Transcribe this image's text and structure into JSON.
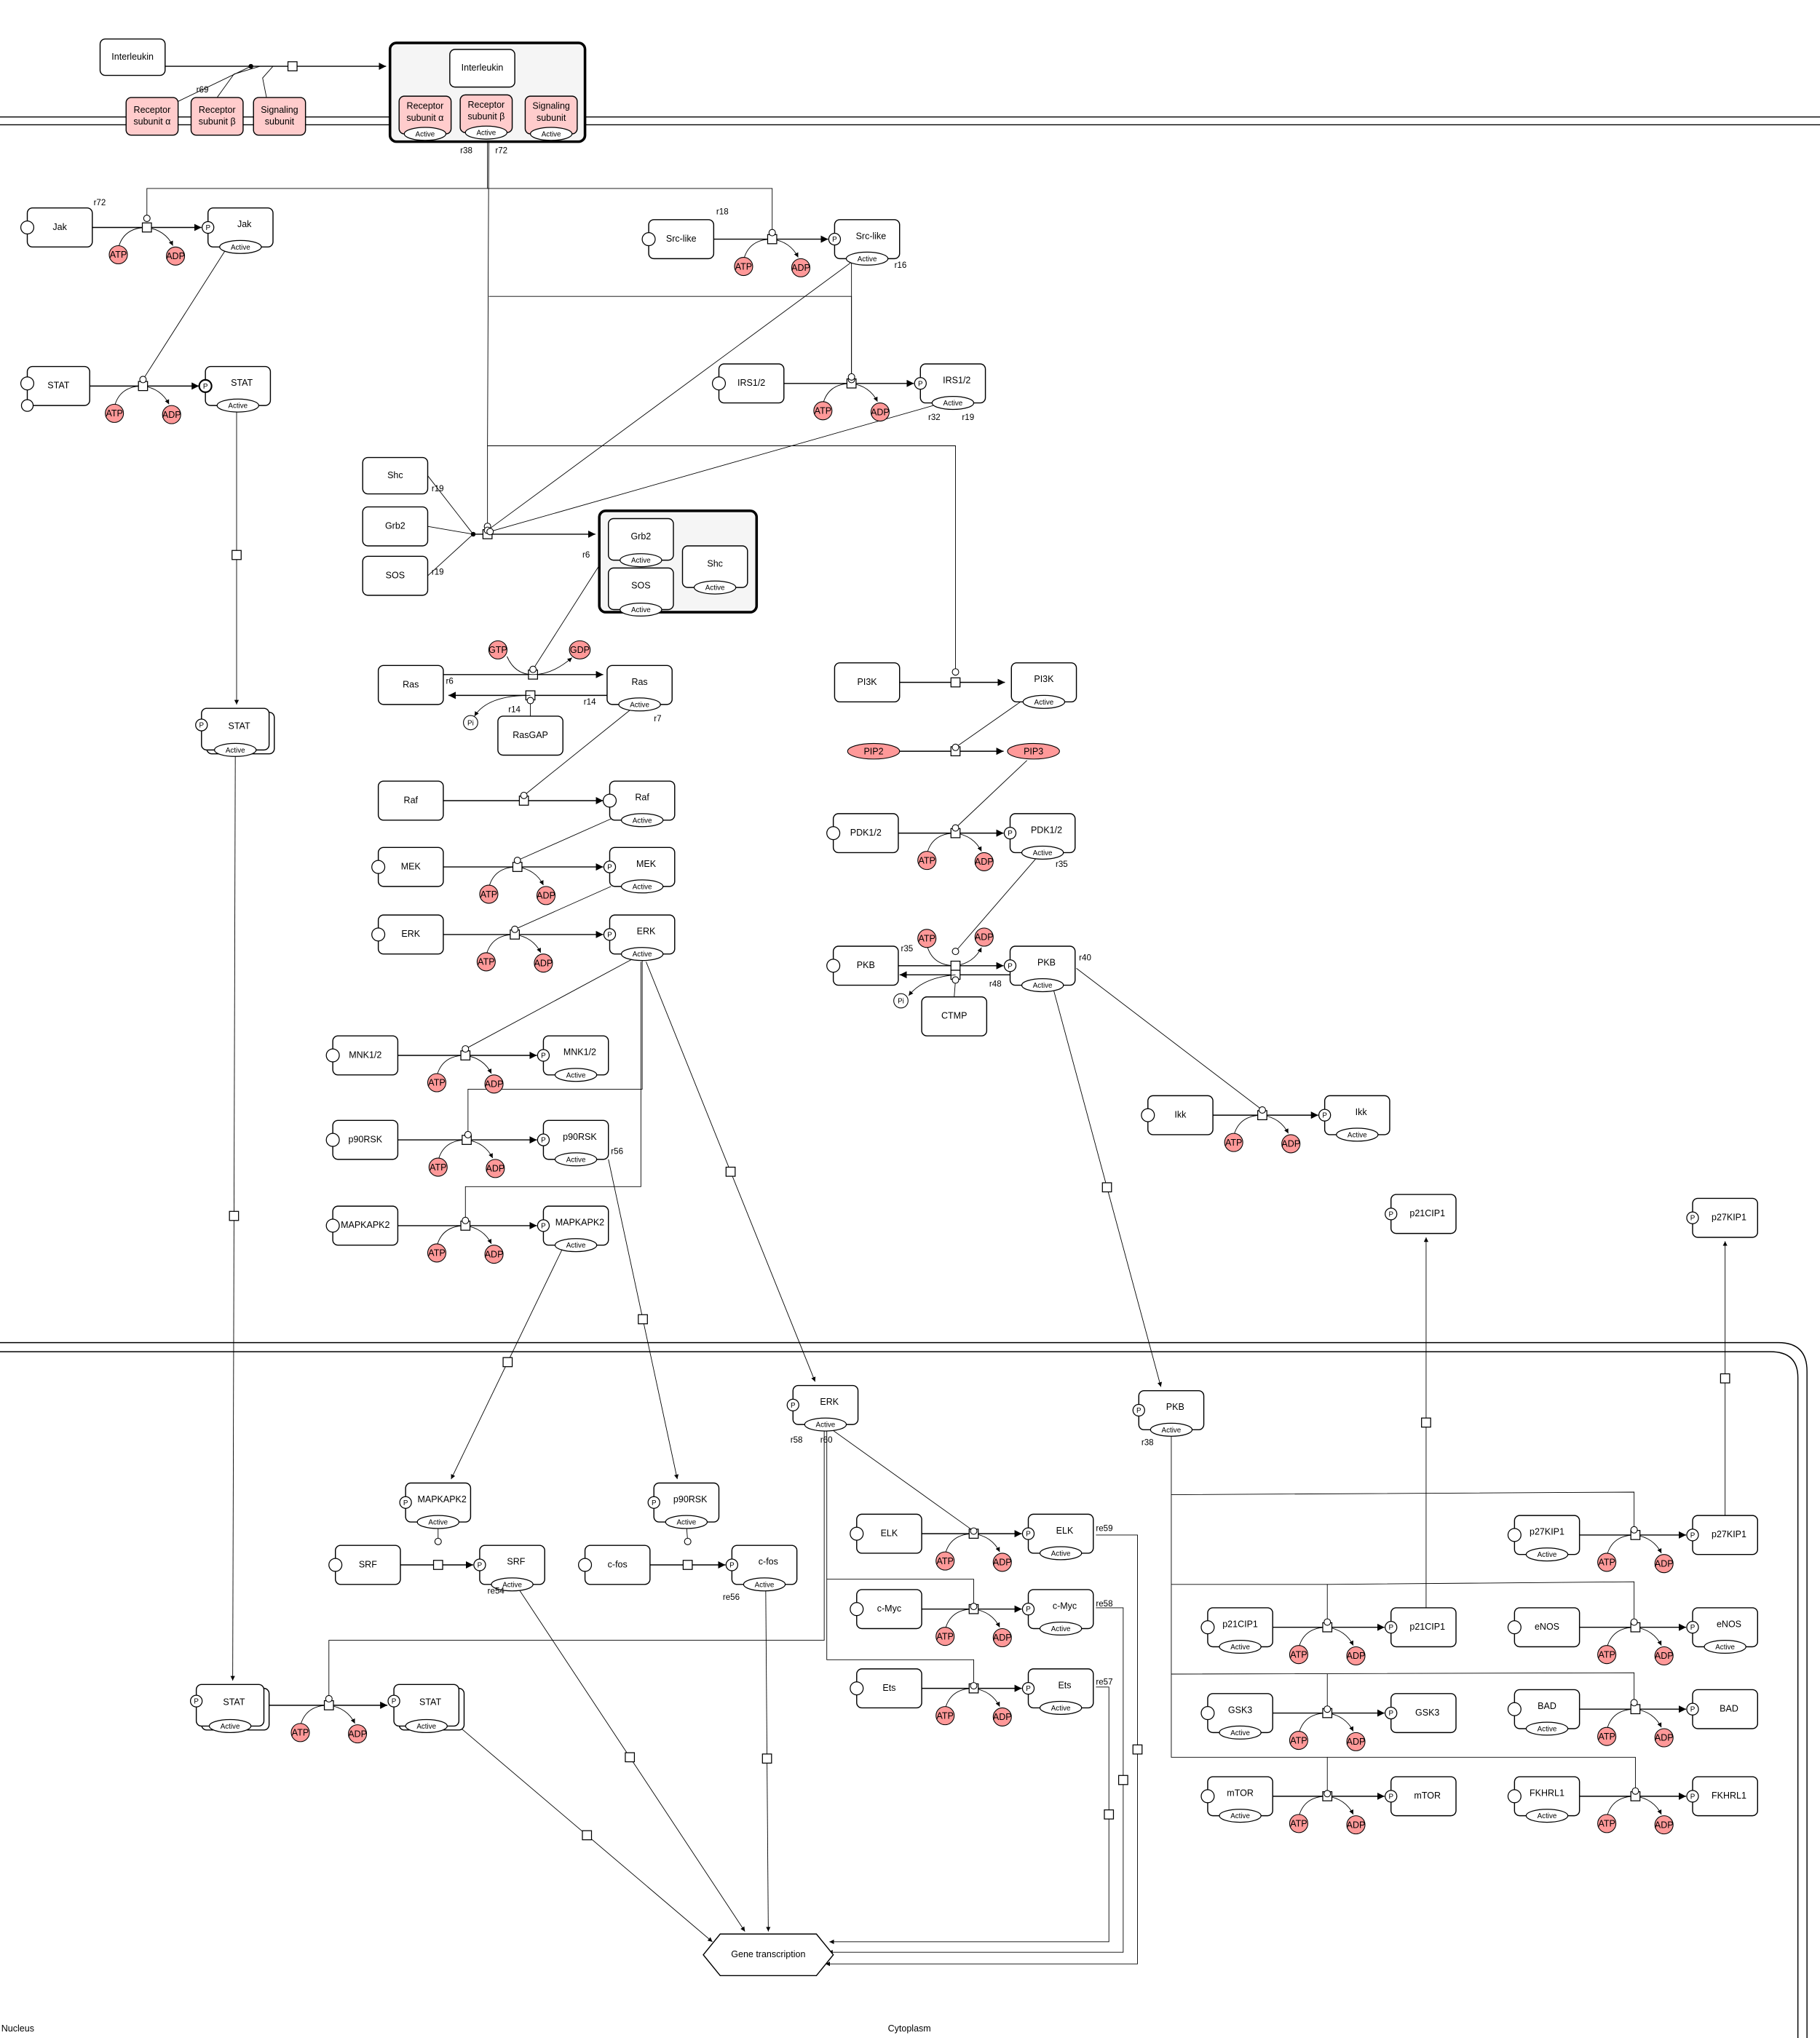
{
  "compartments": {
    "nucleus": "Nucleus",
    "cytoplasm": "Cytoplasm"
  },
  "common": {
    "active": "Active",
    "phospho": "P",
    "atp": "ATP",
    "adp": "ADP",
    "gtp": "GTP",
    "gdp": "GDP",
    "pi": "Pi"
  },
  "nodes": {
    "il": {
      "label": [
        "Interleukin"
      ]
    },
    "ra": {
      "label": [
        "Receptor",
        "subunit α"
      ]
    },
    "rb": {
      "label": [
        "Receptor",
        "subunit β"
      ]
    },
    "ss": {
      "label": [
        "Signaling",
        "subunit"
      ]
    },
    "cil": {
      "label": [
        "Interleukin"
      ]
    },
    "cra": {
      "label": [
        "Receptor",
        "subunit α"
      ],
      "active": true
    },
    "crb": {
      "label": [
        "Receptor",
        "subunit β"
      ],
      "active": true
    },
    "css": {
      "label": [
        "Signaling",
        "subunit"
      ],
      "active": true
    },
    "jak0": {
      "label": [
        "Jak"
      ]
    },
    "jak1": {
      "label": [
        "Jak"
      ],
      "phospho": true,
      "active": true
    },
    "stat0": {
      "label": [
        "STAT"
      ]
    },
    "stat1": {
      "label": [
        "STAT"
      ],
      "phospho": true,
      "active": true
    },
    "statd": {
      "label": [
        "STAT"
      ],
      "phospho": true,
      "active": true
    },
    "src0": {
      "label": [
        "Src-like"
      ]
    },
    "src1": {
      "label": [
        "Src-like"
      ],
      "phospho": true,
      "active": true
    },
    "irs0": {
      "label": [
        "IRS1/2"
      ]
    },
    "irs1": {
      "label": [
        "IRS1/2"
      ],
      "phospho": true,
      "active": true
    },
    "shc": {
      "label": [
        "Shc"
      ]
    },
    "grb2": {
      "label": [
        "Grb2"
      ]
    },
    "sos": {
      "label": [
        "SOS"
      ]
    },
    "cgrb2": {
      "label": [
        "Grb2"
      ],
      "active": true
    },
    "csos": {
      "label": [
        "SOS"
      ],
      "active": true
    },
    "cshc": {
      "label": [
        "Shc"
      ],
      "active": true
    },
    "ras0": {
      "label": [
        "Ras"
      ]
    },
    "ras1": {
      "label": [
        "Ras"
      ],
      "active": true
    },
    "rasgap": {
      "label": [
        "RasGAP"
      ]
    },
    "raf0": {
      "label": [
        "Raf"
      ]
    },
    "raf1": {
      "label": [
        "Raf"
      ],
      "active": true
    },
    "mek0": {
      "label": [
        "MEK"
      ]
    },
    "mek1": {
      "label": [
        "MEK"
      ],
      "phospho": true,
      "active": true
    },
    "erk0": {
      "label": [
        "ERK"
      ]
    },
    "erk1": {
      "label": [
        "ERK"
      ],
      "phospho": true,
      "active": true
    },
    "mnk0": {
      "label": [
        "MNK1/2"
      ]
    },
    "mnk1": {
      "label": [
        "MNK1/2"
      ],
      "phospho": true,
      "active": true
    },
    "p90a": {
      "label": [
        "p90RSK"
      ]
    },
    "p90b": {
      "label": [
        "p90RSK"
      ],
      "phospho": true,
      "active": true
    },
    "mk2a": {
      "label": [
        "MAPKAPK2"
      ]
    },
    "mk2b": {
      "label": [
        "MAPKAPK2"
      ],
      "phospho": true,
      "active": true
    },
    "pi3k0": {
      "label": [
        "PI3K"
      ]
    },
    "pi3k1": {
      "label": [
        "PI3K"
      ],
      "active": true
    },
    "pdk0": {
      "label": [
        "PDK1/2"
      ]
    },
    "pdk1": {
      "label": [
        "PDK1/2"
      ],
      "phospho": true,
      "active": true
    },
    "pkb0": {
      "label": [
        "PKB"
      ]
    },
    "pkb1": {
      "label": [
        "PKB"
      ],
      "phospho": true,
      "active": true
    },
    "ctmp": {
      "label": [
        "CTMP"
      ]
    },
    "ikk0": {
      "label": [
        "Ikk"
      ]
    },
    "ikk1": {
      "label": [
        "Ikk"
      ],
      "phospho": true,
      "active": true
    },
    "p21top": {
      "label": [
        "p21CIP1"
      ],
      "phospho": true
    },
    "p27top": {
      "label": [
        "p27KIP1"
      ],
      "phospho": true
    },
    "nerk": {
      "label": [
        "ERK"
      ],
      "phospho": true,
      "active": true
    },
    "npkb": {
      "label": [
        "PKB"
      ],
      "phospho": true,
      "active": true
    },
    "nmk2": {
      "label": [
        "MAPKAPK2"
      ],
      "phospho": true,
      "active": true
    },
    "np90": {
      "label": [
        "p90RSK"
      ],
      "phospho": true,
      "active": true
    },
    "srf0": {
      "label": [
        "SRF"
      ]
    },
    "srf1": {
      "label": [
        "SRF"
      ],
      "phospho": true,
      "active": true
    },
    "cfos0": {
      "label": [
        "c-fos"
      ]
    },
    "cfos1": {
      "label": [
        "c-fos"
      ],
      "phospho": true,
      "active": true
    },
    "elk0": {
      "label": [
        "ELK"
      ]
    },
    "elk1": {
      "label": [
        "ELK"
      ],
      "phospho": true,
      "active": true
    },
    "myc0": {
      "label": [
        "c-Myc"
      ]
    },
    "myc1": {
      "label": [
        "c-Myc"
      ],
      "phospho": true,
      "active": true
    },
    "ets0": {
      "label": [
        "Ets"
      ]
    },
    "ets1": {
      "label": [
        "Ets"
      ],
      "phospho": true,
      "active": true
    },
    "nstat0": {
      "label": [
        "STAT"
      ],
      "phospho": true,
      "active": true
    },
    "nstat1": {
      "label": [
        "STAT"
      ],
      "phospho": true,
      "active": true
    },
    "p27a": {
      "label": [
        "p27KIP1"
      ],
      "active": true
    },
    "p27b": {
      "label": [
        "p27KIP1"
      ],
      "phospho": true
    },
    "p21a": {
      "label": [
        "p21CIP1"
      ],
      "active": true
    },
    "p21b": {
      "label": [
        "p21CIP1"
      ],
      "phospho": true
    },
    "enosa": {
      "label": [
        "eNOS"
      ]
    },
    "enosb": {
      "label": [
        "eNOS"
      ],
      "phospho": true,
      "active": true
    },
    "gska": {
      "label": [
        "GSK3"
      ],
      "active": true
    },
    "gskb": {
      "label": [
        "GSK3"
      ],
      "phospho": true
    },
    "bada": {
      "label": [
        "BAD"
      ],
      "active": true
    },
    "badb": {
      "label": [
        "BAD"
      ],
      "phospho": true
    },
    "mtora": {
      "label": [
        "mTOR"
      ],
      "active": true
    },
    "mtorb": {
      "label": [
        "mTOR"
      ],
      "phospho": true
    },
    "fkha": {
      "label": [
        "FKHRL1"
      ],
      "active": true
    },
    "fkhb": {
      "label": [
        "FKHRL1"
      ],
      "phospho": true
    }
  },
  "metabolites": {
    "pip2": "PIP2",
    "pip3": "PIP3",
    "gene": "Gene transcription"
  },
  "reaction_labels": [
    "r72",
    "r69",
    "r38",
    "r72",
    "r18",
    "r16",
    "r32",
    "r19",
    "r19",
    "r19",
    "r6",
    "r6",
    "r14",
    "r14",
    "r7",
    "r35",
    "r35",
    "r40",
    "r48",
    "r56",
    "re54",
    "re56",
    "re59",
    "re58",
    "re57",
    "r58",
    "r60",
    "r38"
  ]
}
